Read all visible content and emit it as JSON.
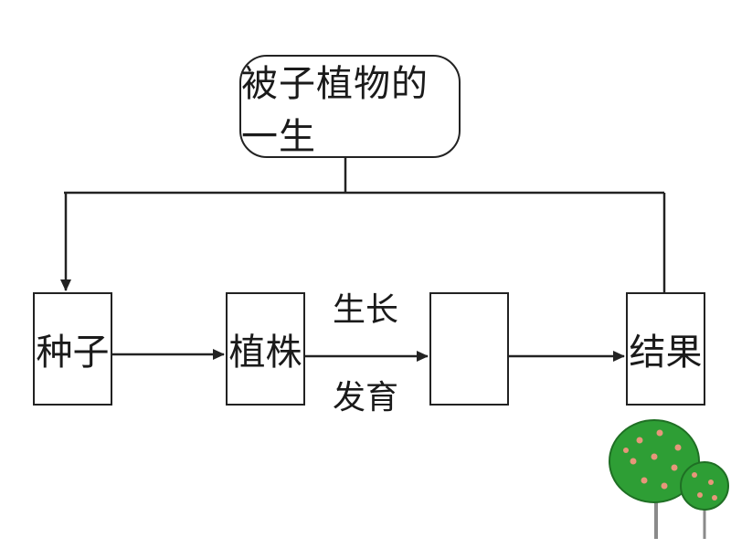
{
  "root": {
    "label": "被子植物的一生"
  },
  "stages": [
    {
      "label": "种子"
    },
    {
      "label": "植株"
    },
    {
      "label": ""
    },
    {
      "label": "结果"
    }
  ],
  "edge_label": {
    "top": "生长",
    "bottom": "发育"
  },
  "decoration": {
    "icon": "fruit-tree-icon",
    "foliage_color": "#2e9e35",
    "fruit_color": "#e8967a"
  }
}
